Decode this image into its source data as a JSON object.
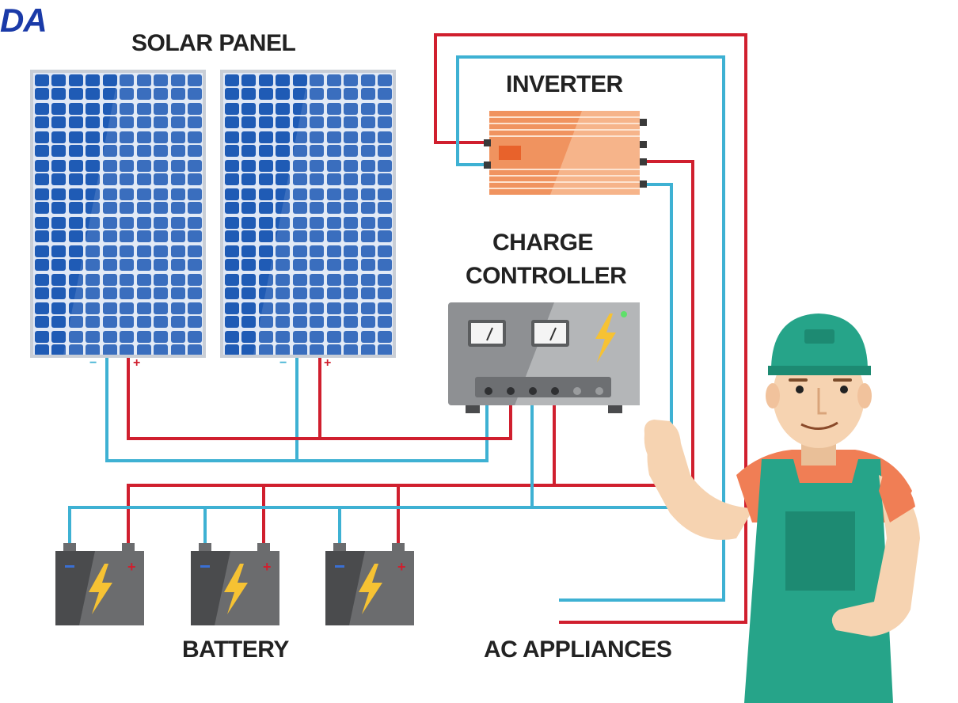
{
  "logo_text": "DA",
  "labels": {
    "solar_panel": "SOLAR PANEL",
    "inverter": "INVERTER",
    "charge_controller_line1": "CHARGE",
    "charge_controller_line2": "CONTROLLER",
    "battery": "BATTERY",
    "ac_appliances": "AC APPLIANCES"
  },
  "terminals": {
    "minus": "−",
    "plus": "+"
  },
  "colors": {
    "positive_wire": "#d01f2e",
    "negative_wire": "#3eb1d3",
    "panel_cell": "#1f5bb5",
    "panel_frame": "#c9ced6",
    "inverter": "#f0935f",
    "controller": "#8e9093",
    "battery": "#4a4b4d",
    "bolt": "#f6c233",
    "overall_green": "#26a489",
    "shirt": "#f07e55",
    "skin": "#f6d3b1",
    "logo": "#1a3aa8"
  },
  "icons": [
    "lightning-bolt-icon",
    "gauge-icon",
    "status-light-icon"
  ]
}
